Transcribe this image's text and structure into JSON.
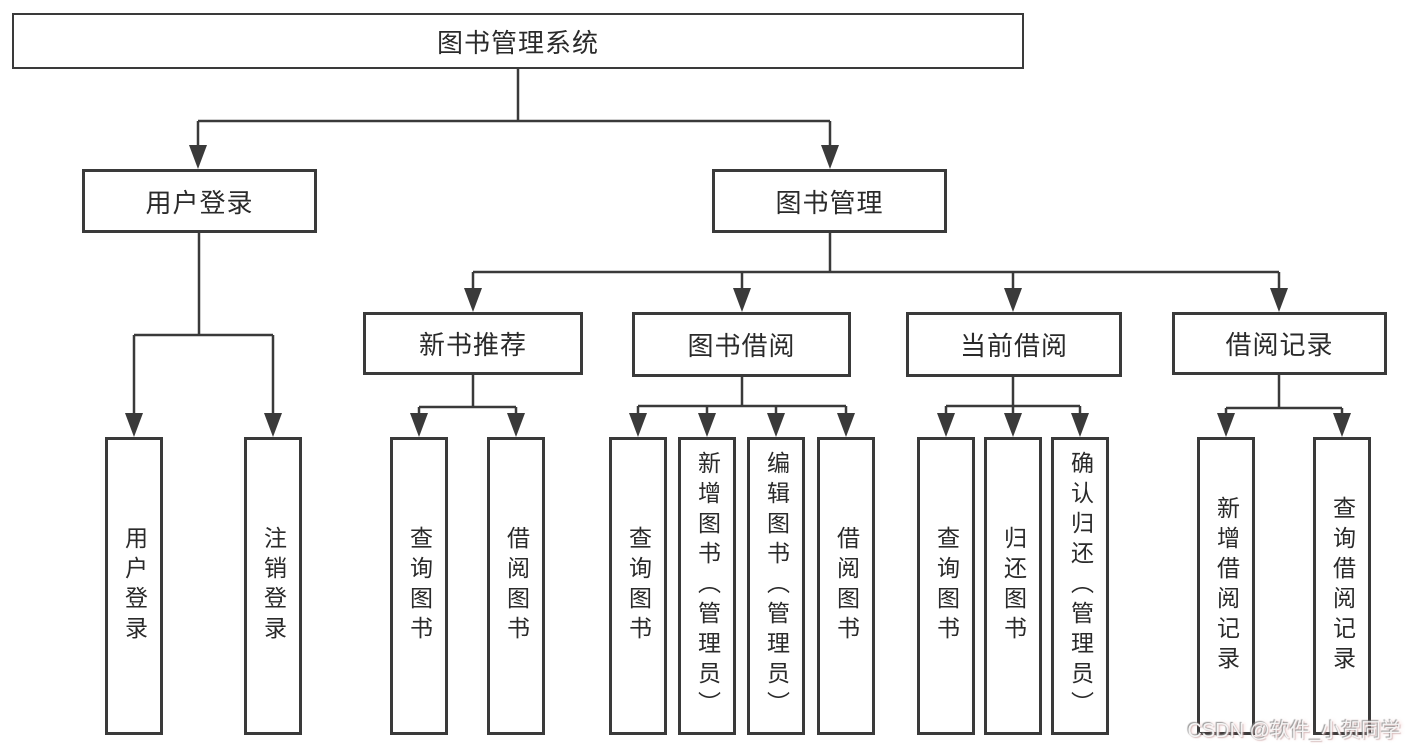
{
  "tree": {
    "root": {
      "label": "图书管理系统",
      "children": [
        {
          "label": "用户登录",
          "children": [
            {
              "label": "用户登录"
            },
            {
              "label": "注销登录"
            }
          ]
        },
        {
          "label": "图书管理",
          "children": [
            {
              "label": "新书推荐",
              "children": [
                {
                  "label": "查询图书"
                },
                {
                  "label": "借阅图书"
                }
              ]
            },
            {
              "label": "图书借阅",
              "children": [
                {
                  "label": "查询图书"
                },
                {
                  "label": "新增图书（管理员）"
                },
                {
                  "label": "编辑图书（管理员）"
                },
                {
                  "label": "借阅图书"
                }
              ]
            },
            {
              "label": "当前借阅",
              "children": [
                {
                  "label": "查询图书"
                },
                {
                  "label": "归还图书"
                },
                {
                  "label": "确认归还（管理员）"
                }
              ]
            },
            {
              "label": "借阅记录",
              "children": [
                {
                  "label": "新增借阅记录"
                },
                {
                  "label": "查询借阅记录"
                }
              ]
            }
          ]
        }
      ]
    }
  },
  "watermark": {
    "text": "CSDN @软件_小贺同学"
  },
  "colors": {
    "line": "#3a3a3a",
    "box_border": "#3a3a3a",
    "text": "#2a2a2a",
    "background": "#ffffff",
    "watermark": "#f0f0f0"
  }
}
